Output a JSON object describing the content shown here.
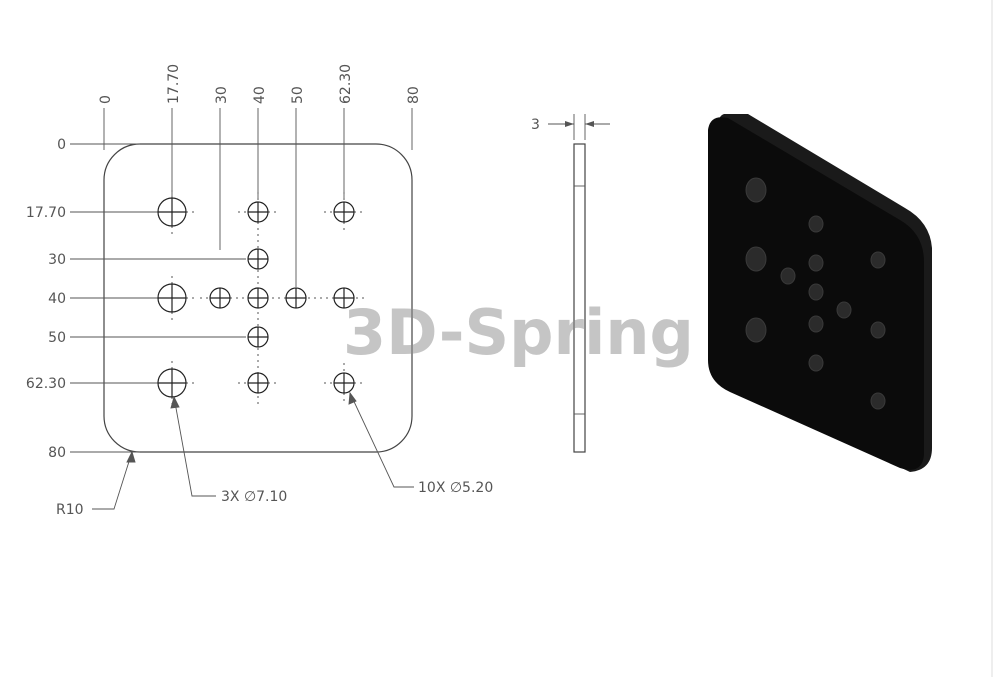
{
  "drawing": {
    "top_dims": [
      "0",
      "17.70",
      "30",
      "40",
      "50",
      "62.30",
      "80"
    ],
    "left_dims": [
      "0",
      "17.70",
      "30",
      "40",
      "50",
      "62.30",
      "80"
    ],
    "radius_label": "R10",
    "large_holes_label": "3X ∅7.10",
    "small_holes_label": "10X ∅5.20",
    "thickness_label": "3"
  },
  "watermark": "3D-Spring",
  "colors": {
    "plate_3d": "#0b0b0b",
    "watermark": "#8c8c8c"
  }
}
